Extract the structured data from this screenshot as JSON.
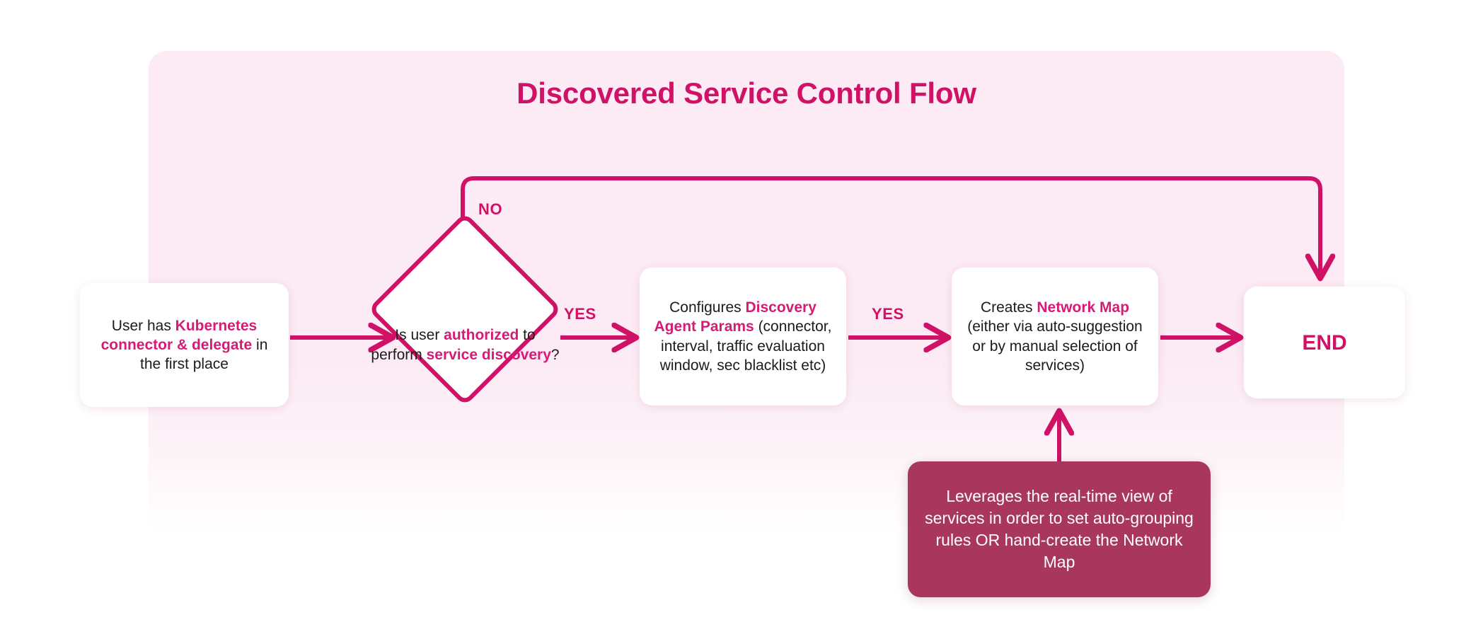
{
  "diagram": {
    "title": "Discovered Service Control Flow",
    "colors": {
      "accent": "#cf1266",
      "accent_text": "#d51b76",
      "panel_background": "#fceaf4",
      "note_background": "#a9365c",
      "node_background": "#ffffff",
      "body_text": "#1b1b1b",
      "note_text": "#ffffff"
    },
    "nodes": {
      "start": {
        "shape": "rounded-rect",
        "segments": [
          {
            "text": "User has ",
            "emphasis": false
          },
          {
            "text": "Kubernetes connector & delegate",
            "emphasis": true
          },
          {
            "text": " in the first place",
            "emphasis": false
          }
        ],
        "plain_text": "User has Kubernetes connector & delegate in the first place"
      },
      "decision": {
        "shape": "diamond",
        "segments": [
          {
            "text": "Is user ",
            "emphasis": false
          },
          {
            "text": "authorized",
            "emphasis": true
          },
          {
            "text": " to perform ",
            "emphasis": false
          },
          {
            "text": "service discovery",
            "emphasis": true
          },
          {
            "text": "?",
            "emphasis": false
          }
        ],
        "plain_text": "Is user authorized to perform service discovery?"
      },
      "params": {
        "shape": "rounded-rect",
        "segments": [
          {
            "text": "Configures ",
            "emphasis": false
          },
          {
            "text": "Discovery Agent Params",
            "emphasis": true
          },
          {
            "text": " (connector, interval, traffic evaluation window, sec blacklist etc)",
            "emphasis": false
          }
        ],
        "plain_text": "Configures Discovery Agent Params (connector, interval, traffic evaluation window, sec blacklist etc)"
      },
      "network_map": {
        "shape": "rounded-rect",
        "segments": [
          {
            "text": "Creates ",
            "emphasis": false
          },
          {
            "text": "Network Map",
            "emphasis": true
          },
          {
            "text": " (either via auto-suggestion or by manual selection of services)",
            "emphasis": false
          }
        ],
        "plain_text": "Creates Network Map (either via auto-suggestion or by manual selection of services)"
      },
      "end": {
        "shape": "rounded-rect",
        "label": "END"
      },
      "note": {
        "shape": "rounded-rect-filled",
        "text": "Leverages the real-time view of services in order to set auto-grouping rules OR hand-create the Network Map"
      }
    },
    "edges": [
      {
        "from": "start",
        "to": "decision",
        "label": ""
      },
      {
        "from": "decision",
        "to": "params",
        "label": "YES"
      },
      {
        "from": "params",
        "to": "network_map",
        "label": "YES"
      },
      {
        "from": "network_map",
        "to": "end",
        "label": ""
      },
      {
        "from": "decision",
        "to": "end",
        "label": "NO"
      },
      {
        "from": "note",
        "to": "network_map",
        "label": ""
      }
    ],
    "edge_labels": {
      "no": "NO",
      "yes_1": "YES",
      "yes_2": "YES"
    }
  }
}
